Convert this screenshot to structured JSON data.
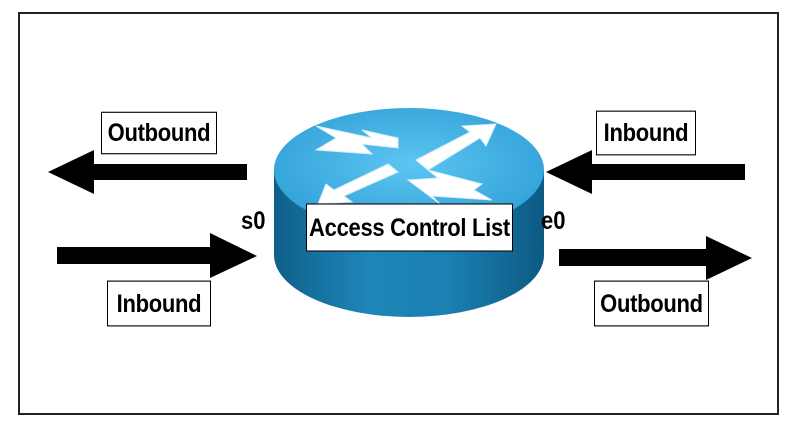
{
  "diagram": {
    "router_label": "Access Control List",
    "left_port": "s0",
    "right_port": "e0",
    "left_top_label": "Outbound",
    "left_bottom_label": "Inbound",
    "right_top_label": "Inbound",
    "right_bottom_label": "Outbound"
  },
  "colors": {
    "router_top": "#3fb1e6",
    "router_side": "#1778a8",
    "arrow": "#000000",
    "border": "#222222"
  },
  "icons": {
    "router": "router-icon",
    "arrows": "arrow-icon"
  }
}
